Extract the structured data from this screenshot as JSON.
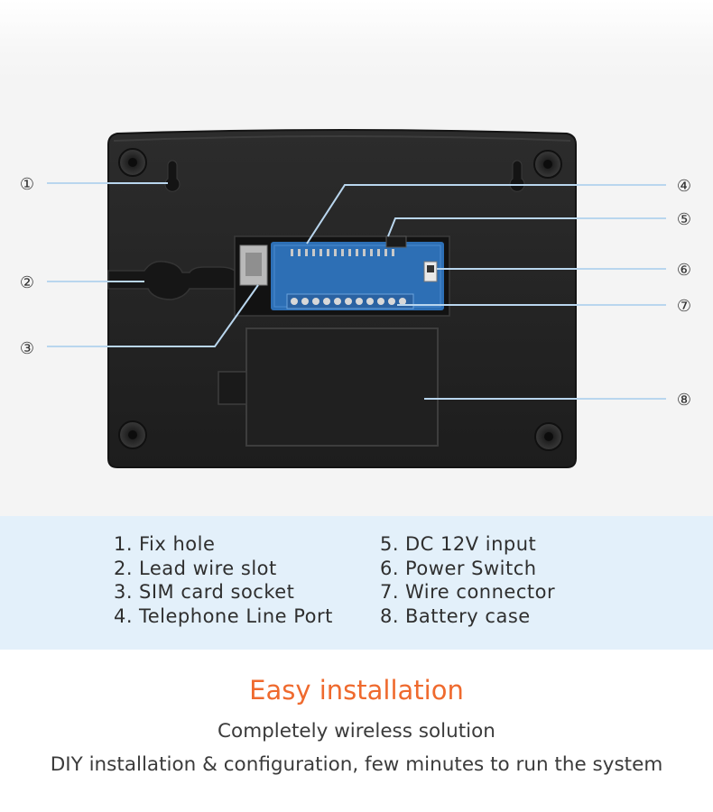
{
  "callouts": [
    {
      "number": "①",
      "label": "Fix hole"
    },
    {
      "number": "②",
      "label": "Lead wire slot"
    },
    {
      "number": "③",
      "label": "SIM card socket"
    },
    {
      "number": "④",
      "label": "Telephone Line Port"
    },
    {
      "number": "⑤",
      "label": "DC 12V input"
    },
    {
      "number": "⑥",
      "label": "Power Switch"
    },
    {
      "number": "⑦",
      "label": "Wire connector"
    },
    {
      "number": "⑧",
      "label": "Battery case"
    }
  ],
  "legend": {
    "left": [
      {
        "num": "1.",
        "text": "Fix hole"
      },
      {
        "num": "2.",
        "text": "Lead wire slot"
      },
      {
        "num": "3.",
        "text": "SIM card socket"
      },
      {
        "num": "4.",
        "text": "Telephone Line Port"
      }
    ],
    "right": [
      {
        "num": "5.",
        "text": "DC 12V input"
      },
      {
        "num": "6.",
        "text": "Power Switch"
      },
      {
        "num": "7.",
        "text": "Wire connector"
      },
      {
        "num": "8.",
        "text": "Battery case"
      }
    ]
  },
  "headline": "Easy installation",
  "subline_1": "Completely wireless solution",
  "subline_2": "DIY installation & configuration, few minutes to run the system",
  "colors": {
    "headline": "#ef6a2e",
    "legend_band": "#e3f0fa",
    "device_body": "#252525",
    "pcb": "#2d6fb5",
    "callout_line": "#b9d6ee"
  }
}
